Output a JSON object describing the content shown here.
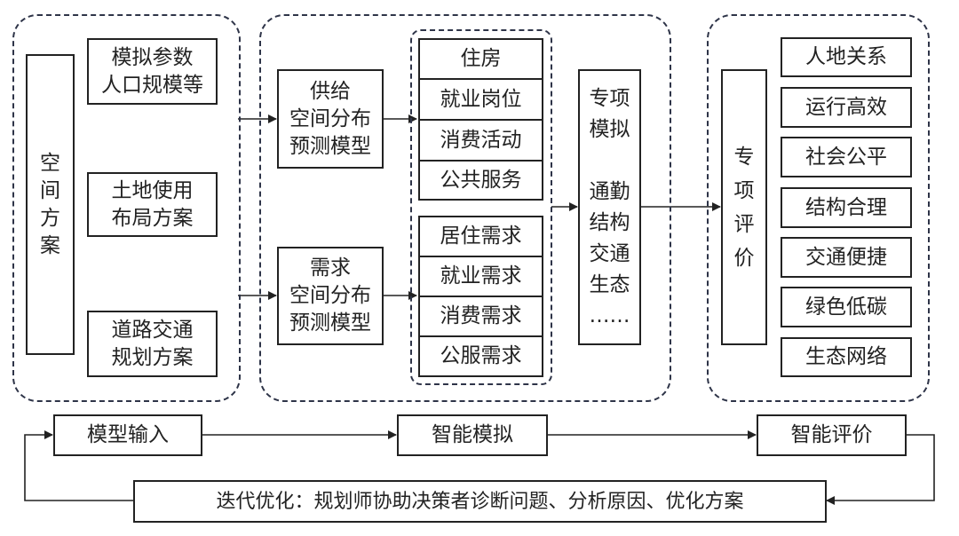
{
  "input_group": {
    "space_plan": "空\n间\n方\n案",
    "items": [
      "模拟参数\n人口规模等",
      "土地使用\n布局方案",
      "道路交通\n规划方案"
    ]
  },
  "simulation_group": {
    "supply_model": "供给\n空间分布\n预测模型",
    "demand_model": "需求\n空间分布\n预测模型",
    "supply_items": [
      "住房",
      "就业岗位",
      "消费活动",
      "公共服务"
    ],
    "demand_items": [
      "居住需求",
      "就业需求",
      "消费需求",
      "公服需求"
    ],
    "special_sim": "专项\n模拟\n\n通勤\n结构\n交通\n生态\n……"
  },
  "evaluation_group": {
    "special_eval": "专\n项\n评\n价",
    "items": [
      "人地关系",
      "运行高效",
      "社会公平",
      "结构合理",
      "交通便捷",
      "绿色低碳",
      "生态网络"
    ]
  },
  "flow": {
    "model_input": "模型输入",
    "smart_sim": "智能模拟",
    "smart_eval": "智能评价",
    "iterate": "迭代优化：规划师协助决策者诊断问题、分析原因、优化方案"
  },
  "colors": {
    "dashed": "#2e3448",
    "line": "#222222"
  }
}
